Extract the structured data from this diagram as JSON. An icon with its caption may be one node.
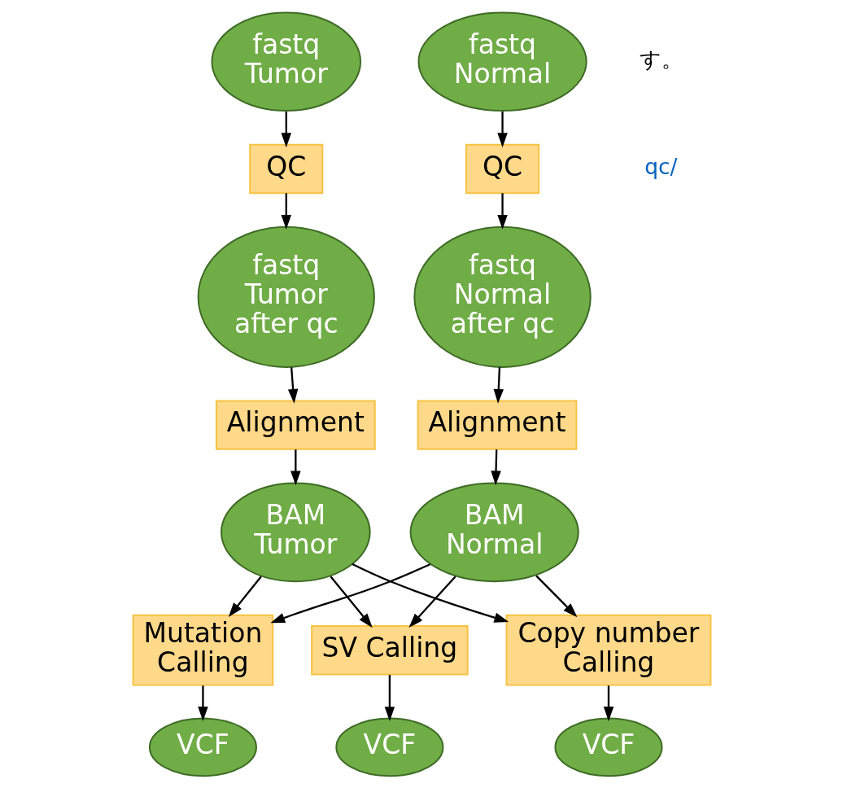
{
  "diagram": {
    "nodes": [
      {
        "text": [
          "fastq Tumor"
        ]
      },
      {
        "text": [
          "fastq Normal"
        ]
      },
      {
        "text": [
          "QC"
        ]
      },
      {
        "text": [
          "QC"
        ]
      },
      {
        "text": [
          "fastq Tumor after qc"
        ]
      },
      {
        "text": [
          "fastq Normal after qc"
        ]
      },
      {
        "text": [
          "Alignment"
        ]
      },
      {
        "text": [
          "Alignment"
        ]
      },
      {
        "text": [
          "BAM Tumor"
        ]
      },
      {
        "text": [
          "BAM Normal"
        ]
      },
      {
        "text": [
          "Mutation Calling"
        ]
      },
      {
        "text": [
          "SV Calling"
        ]
      },
      {
        "text": [
          "Copy number Calling"
        ]
      },
      {
        "text": [
          "VCF"
        ]
      },
      {
        "text": [
          "VCF"
        ]
      },
      {
        "text": [
          "VCF"
        ]
      }
    ],
    "edges": [
      {
        "from": 0,
        "to": 2,
        "arrow": "to"
      },
      {
        "from": 1,
        "to": 3,
        "arrow": "to"
      },
      {
        "from": 2,
        "to": 4,
        "arrow": "to"
      },
      {
        "from": 3,
        "to": 5,
        "arrow": "to"
      },
      {
        "from": 4,
        "to": 6,
        "arrow": "to"
      },
      {
        "from": 5,
        "to": 7,
        "arrow": "to"
      },
      {
        "from": 6,
        "to": 8,
        "arrow": "to"
      },
      {
        "from": 7,
        "to": 9,
        "arrow": "to"
      },
      {
        "from": 8,
        "to": 10,
        "arrow": "to"
      },
      {
        "from": 8,
        "to": 11,
        "arrow": "to"
      },
      {
        "from": 8,
        "to": 12,
        "arrow": "to"
      },
      {
        "from": 9,
        "to": 10,
        "arrow": "to"
      },
      {
        "from": 9,
        "to": 11,
        "arrow": "to"
      },
      {
        "from": 9,
        "to": 12,
        "arrow": "to"
      },
      {
        "from": 10,
        "to": 13,
        "arrow": "to"
      },
      {
        "from": 11,
        "to": 14,
        "arrow": "to"
      },
      {
        "from": 12,
        "to": 15,
        "arrow": "to"
      }
    ],
    "labels": [
      "す。",
      "qc/"
    ]
  }
}
